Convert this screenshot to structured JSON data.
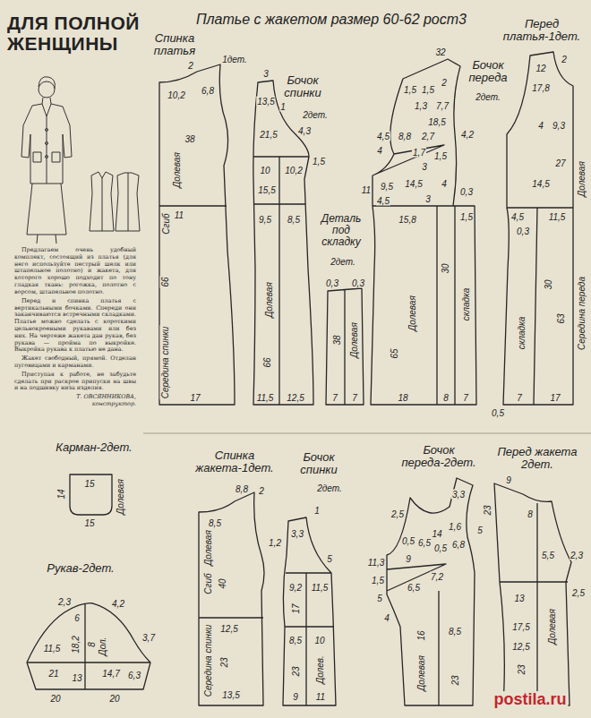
{
  "diagram": {
    "title": "ДЛЯ ПОЛНОЙ ЖЕНЩИНЫ",
    "nodes": [
      {
        "text": [
          "Спинка платья",
          "1дет.",
          "2",
          "10,2",
          "6,8",
          "38",
          "Долевая",
          "Сгиб",
          "11",
          "66",
          "Середина спинки",
          "17"
        ]
      },
      {
        "text": [
          "Бочок спинки",
          "2дет.",
          "3",
          "13,5",
          "1",
          "21,5",
          "4,3",
          "1,5",
          "10",
          "10,2",
          "15,5",
          "9,5",
          "8,5",
          "Долевая",
          "66",
          "11,5",
          "12,5"
        ]
      },
      {
        "text": [
          "Деталь под складку",
          "2дет.",
          "0,3",
          "0,3",
          "38",
          "Долевая",
          "7",
          "7"
        ]
      },
      {
        "text": [
          "Бочок переда",
          "2дет.",
          "32",
          "1,5",
          "1,5",
          "2",
          "7,7",
          "1,3",
          "18,5",
          "4,5",
          "8,8",
          "2,7",
          "4,2",
          "4",
          "1,7",
          "1,5",
          "3",
          "11",
          "9,5",
          "14,5",
          "4",
          "4,5",
          "3",
          "0,3",
          "1,5",
          "15,8",
          "30",
          "Долевая",
          "складка",
          "65",
          "18",
          "8",
          "7"
        ]
      },
      {
        "text": [
          "Перед платья-1дет.",
          "2",
          "12",
          "17,8",
          "4",
          "9,3",
          "27",
          "Долевая",
          "14,5",
          "4,5",
          "11,5",
          "0,3",
          "30",
          "складка",
          "63",
          "Середина переда",
          "7",
          "17",
          "0,5"
        ]
      },
      {
        "text": [
          "Карман-2дет.",
          "15",
          "14",
          "15",
          "Долевая"
        ]
      },
      {
        "text": [
          "Рукав-2дет.",
          "2,3",
          "6",
          "4,2",
          "11,5",
          "18,2",
          "8",
          "Дол.",
          "3,7",
          "21",
          "13",
          "14,7",
          "6,3",
          "20",
          "20"
        ]
      },
      {
        "text": [
          "Спинка жакета-1дет.",
          "8,8",
          "2",
          "8,5",
          "Долевая",
          "Сгиб",
          "40",
          "12,5",
          "23",
          "Середина спинки",
          "13,5"
        ]
      },
      {
        "text": [
          "Бочок спинки",
          "2дет.",
          "1",
          "3,3",
          "1,2",
          "5",
          "9,2",
          "11,5",
          "17",
          "8,5",
          "10",
          "Долев.",
          "23",
          "9",
          "11"
        ]
      },
      {
        "text": [
          "Бочок переда-2дет.",
          "3,3",
          "2,5",
          "14",
          "1,6",
          "0,5",
          "6,5",
          "0,5",
          "6,8",
          "5",
          "11,3",
          "9",
          "7,2",
          "1,5",
          "6,5",
          "5",
          "4",
          "16",
          "8,5",
          "Долевая",
          "23"
        ]
      },
      {
        "text": [
          "Перед жакета 2дет.",
          "23",
          "9",
          "8",
          "5,5",
          "2,3",
          "13",
          "2,5",
          "Долевая",
          "17,5",
          "12,5",
          "23"
        ]
      }
    ],
    "labels": [
      "Платье с жакетом размер 60-62 рост3",
      "Предлагаем очень удобный комплект, состоящий из платья (для него используйте пестрый шелк или штапельное полотно) и жакета, для которого хорошо подходит по тону гладкая ткань: рогожка, полотно с ворсом, штапельное полотно.",
      "Перед и спинка платья с вертикальными бочками. Спереди они заканчиваются встречными складками. Платье можно сделать с короткими цельнокроеными рукавами или без них. На чертеже жакета дан рукав, без рукава — пройма по выкройке. Выкройка рукава к платью не дана.",
      "Жакет свободный, прямой. Отделан пуговицами и карманами.",
      "Приступая к работе, не забудьте сделать при раскрое припуски на швы и на подшивку низа изделия.",
      "Т. ОВСЯННИКОВА,",
      "конструктор.",
      "postila.ru"
    ]
  }
}
